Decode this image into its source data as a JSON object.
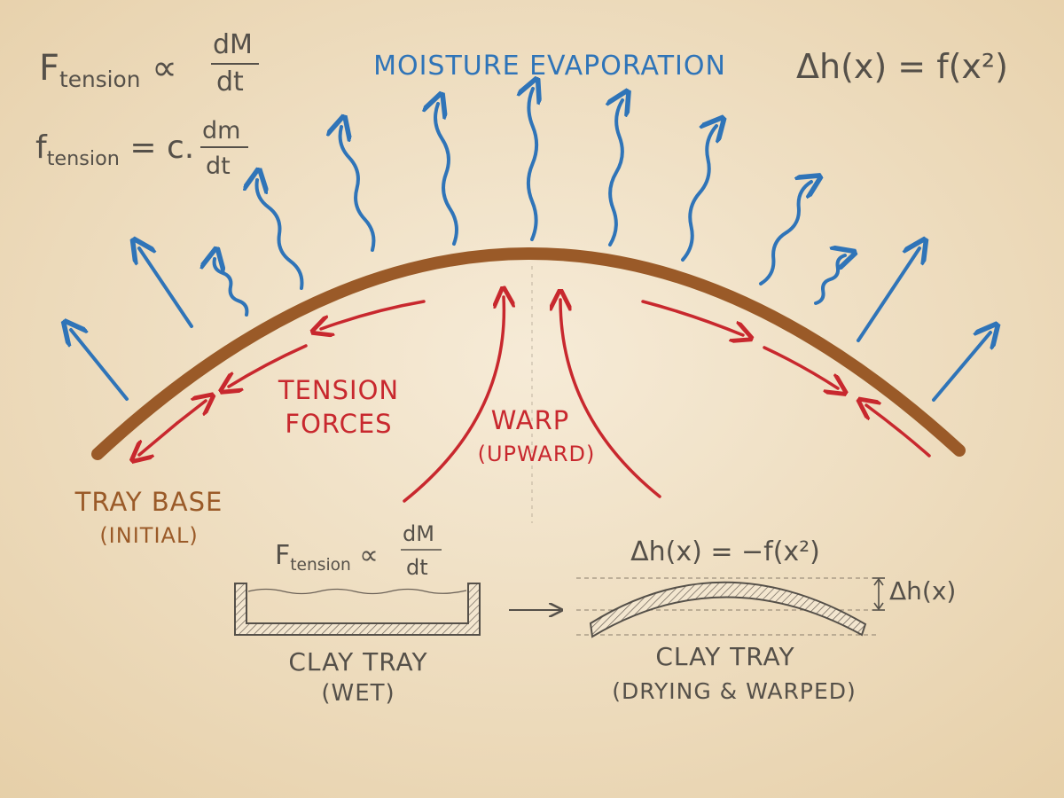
{
  "colors": {
    "paper": "#f3e6cf",
    "paper_vignette": "#e6cfa8",
    "moisture_blue": "#2f74b8",
    "tension_red": "#c8282e",
    "tray_brown": "#9a5a28",
    "ink": "#555049",
    "hatch": "#6b6157"
  },
  "labels": {
    "moisture": "MOISTURE EVAPORATION",
    "tension_line1": "TENSION",
    "tension_line2": "FORCES",
    "warp": "WARP",
    "warp_sub": "(UPWARD)",
    "tray_base": "TRAY BASE",
    "tray_base_sub": "(INITIAL)",
    "wet_tray": "CLAY TRAY",
    "wet_tray_sub": "(WET)",
    "warped_tray": "CLAY TRAY",
    "warped_tray_sub": "(DRYING & WARPED)",
    "delta_h_marker": "Δh(x)"
  },
  "equations": {
    "eq1": {
      "lhs": "F",
      "sub": "tension",
      "rel": " ∝ ",
      "num": "dM",
      "den": "dt"
    },
    "eq2": {
      "lhs": "f",
      "sub": "tension",
      "rel": " = c. ",
      "num": "dm",
      "den": "dt"
    },
    "eq3": "Δh(x) = f(x²)",
    "eq4": {
      "lhs": "F",
      "sub": "tension",
      "rel": " ∝ ",
      "num": "dM",
      "den": "dt"
    },
    "eq5": "Δh(x) = −f(x²)"
  },
  "icons": {
    "evaporation_arrow": "wavy-up-arrow-icon",
    "tension_arrow": "red-arrow-icon",
    "transition_arrow": "right-arrow-icon"
  }
}
